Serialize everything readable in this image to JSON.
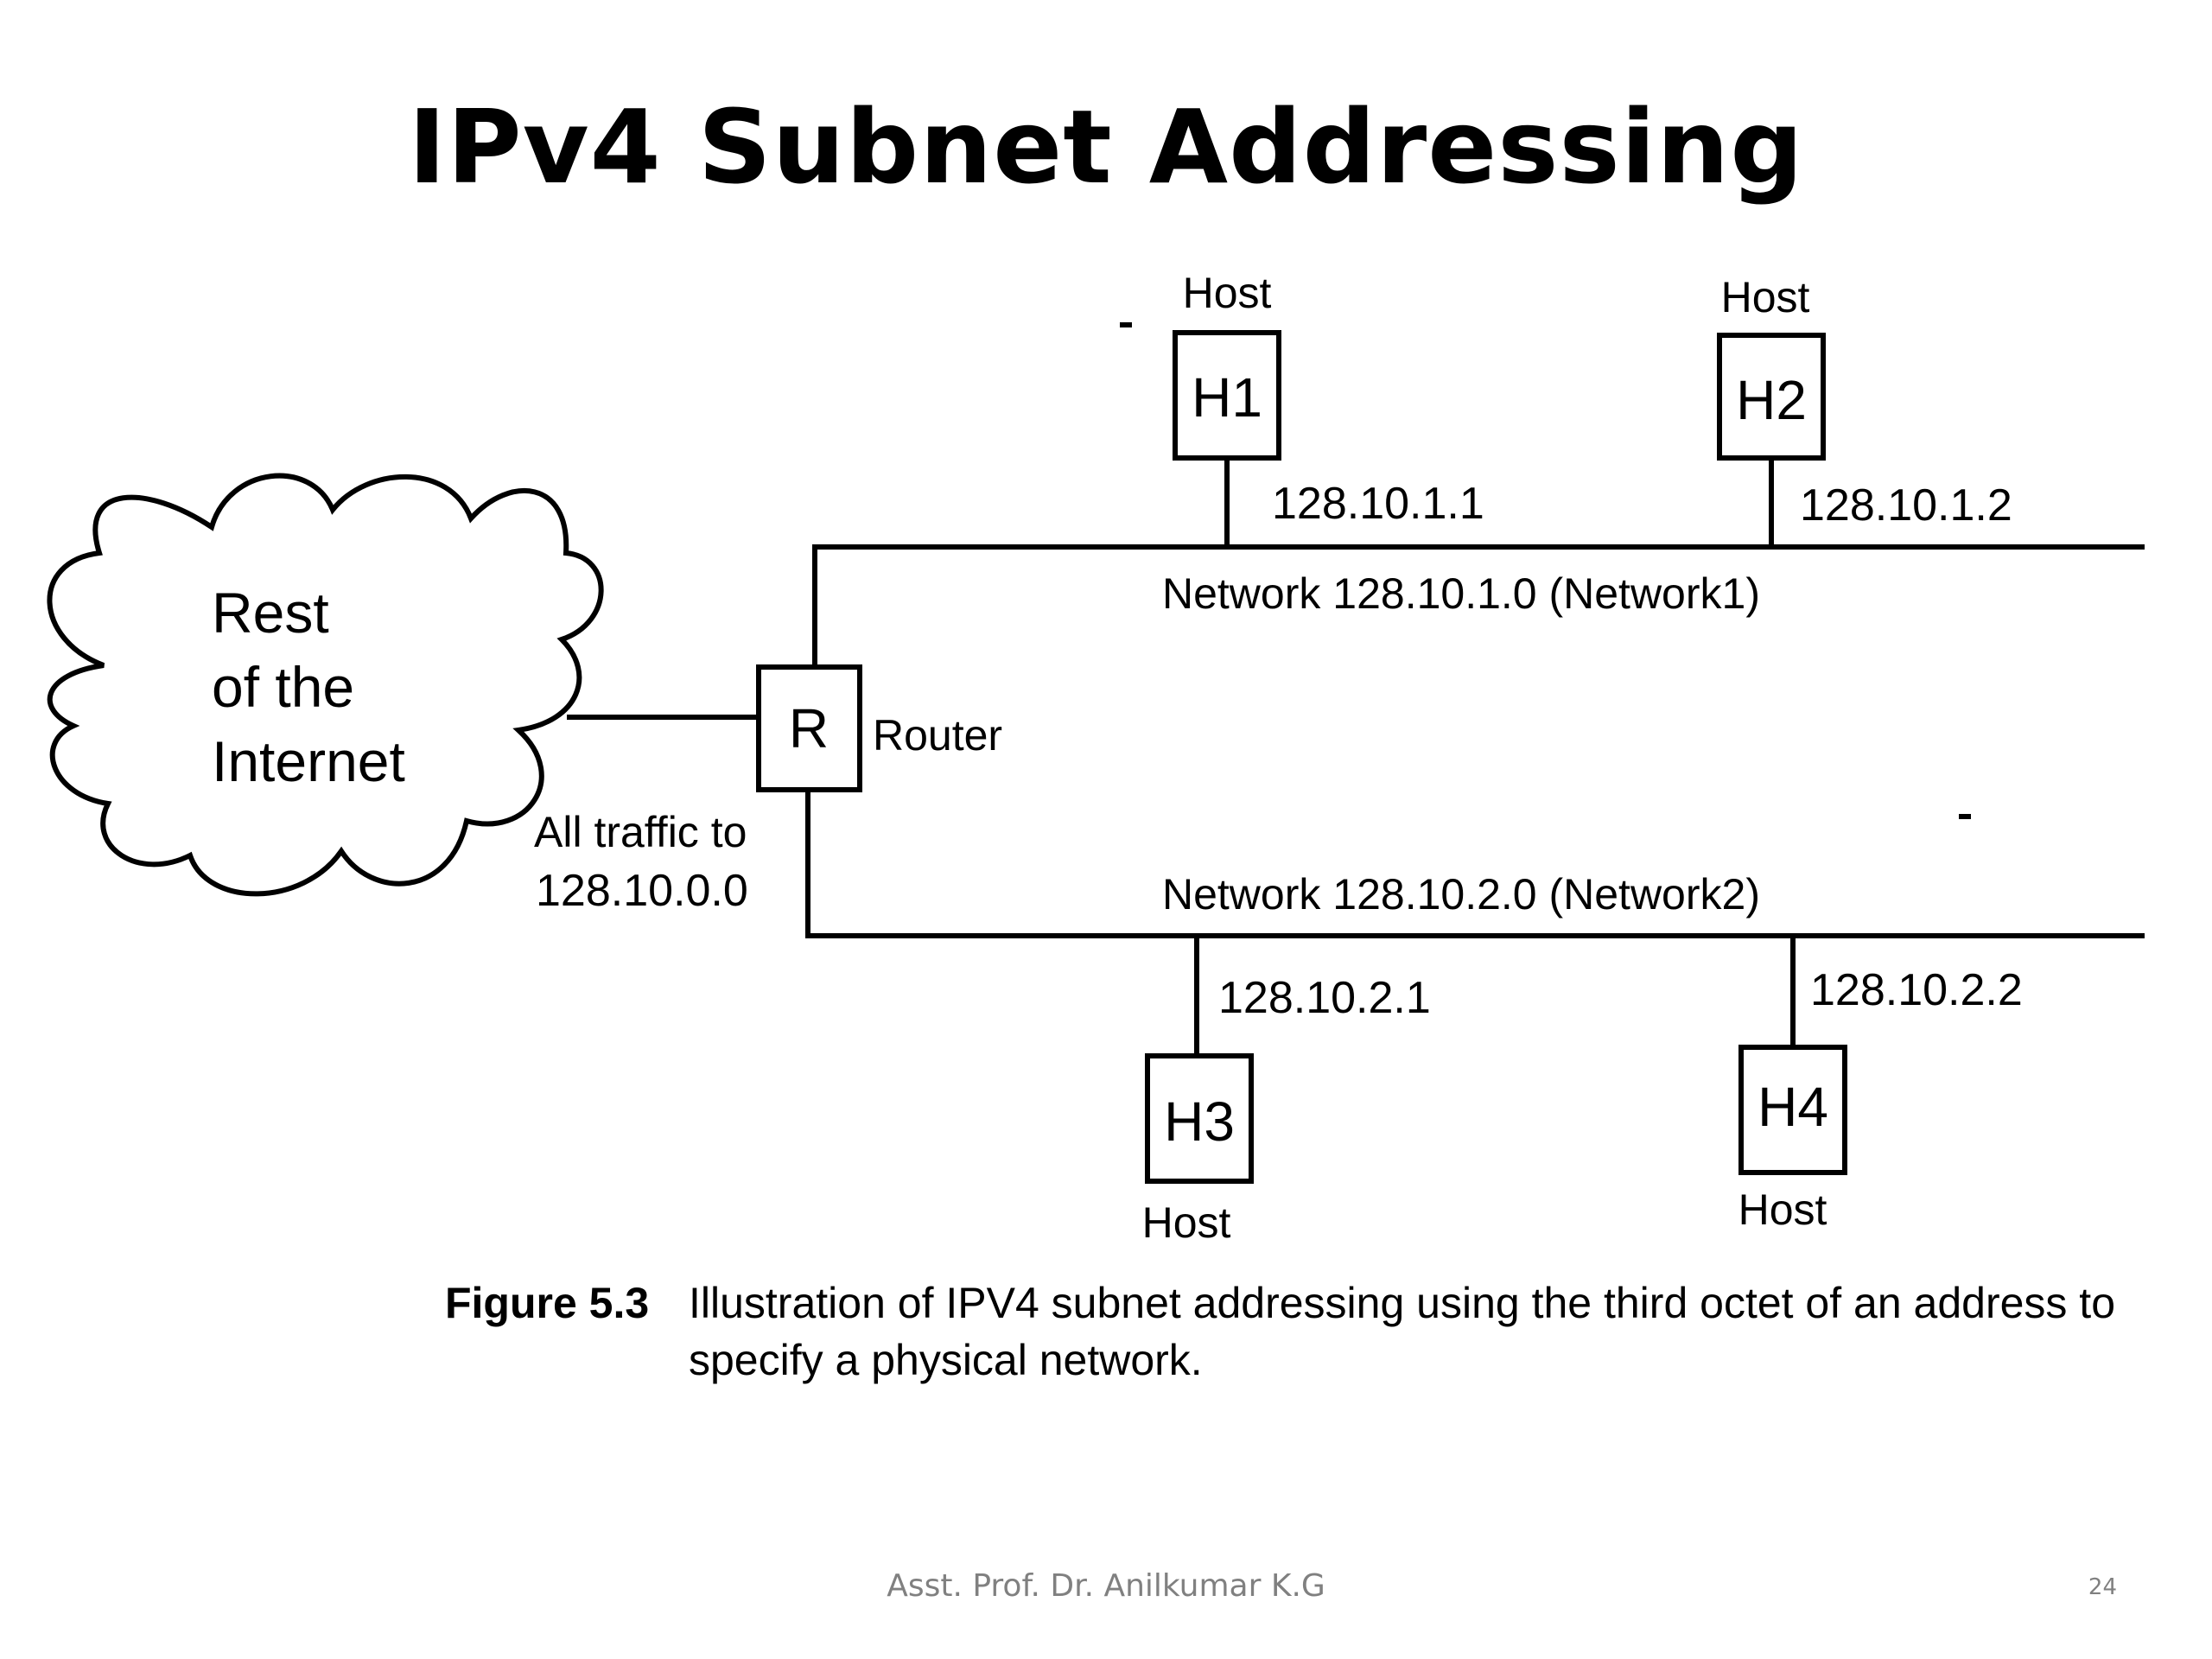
{
  "slide": {
    "title": "IPv4 Subnet Addressing",
    "footer": "Asst. Prof. Dr. Anilkumar K.G",
    "page_number": "24"
  },
  "diagram": {
    "cloud": {
      "line1": "Rest",
      "line2": "of the",
      "line3": "Internet"
    },
    "cloud_link": {
      "line1": "All traffic to",
      "line2": "128.10.0.0"
    },
    "router": {
      "box_label": "R",
      "name": "Router"
    },
    "network1": {
      "label": "Network 128.10.1.0 (Network1)",
      "hosts": [
        {
          "box_label": "H1",
          "role": "Host",
          "ip": "128.10.1.1"
        },
        {
          "box_label": "H2",
          "role": "Host",
          "ip": "128.10.1.2"
        }
      ]
    },
    "network2": {
      "label": "Network 128.10.2.0 (Network2)",
      "hosts": [
        {
          "box_label": "H3",
          "role": "Host",
          "ip": "128.10.2.1"
        },
        {
          "box_label": "H4",
          "role": "Host",
          "ip": "128.10.2.2"
        }
      ]
    }
  },
  "caption": {
    "label": "Figure 5.3",
    "text": "Illustration of IPV4 subnet addressing using the third octet of an address to specify a physical network."
  }
}
